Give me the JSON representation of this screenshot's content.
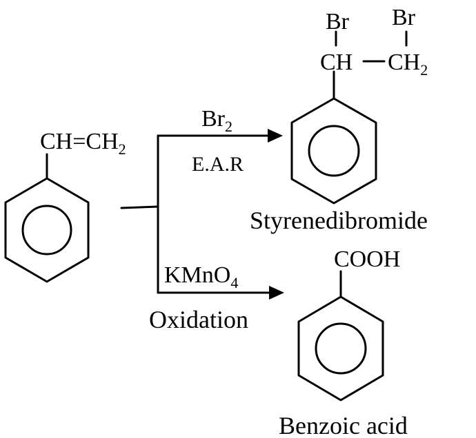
{
  "reactant": {
    "substituent": "CH=CH",
    "substituent_sub": "2"
  },
  "upper_path": {
    "reagent": "Br",
    "reagent_sub": "2",
    "condition": "E.A.R"
  },
  "lower_path": {
    "reagent": "KMnO",
    "reagent_sub": "4",
    "condition": "Oxidation"
  },
  "product_dibromide": {
    "br_left": "Br",
    "br_right": "Br",
    "ch": "CH",
    "dash": "—",
    "ch2": "CH",
    "ch2_sub": "2",
    "name": "Styrenedibromide"
  },
  "product_acid": {
    "group": "COOH",
    "name": "Benzoic acid"
  },
  "colors": {
    "ink": "#000000",
    "background": "#ffffff"
  }
}
